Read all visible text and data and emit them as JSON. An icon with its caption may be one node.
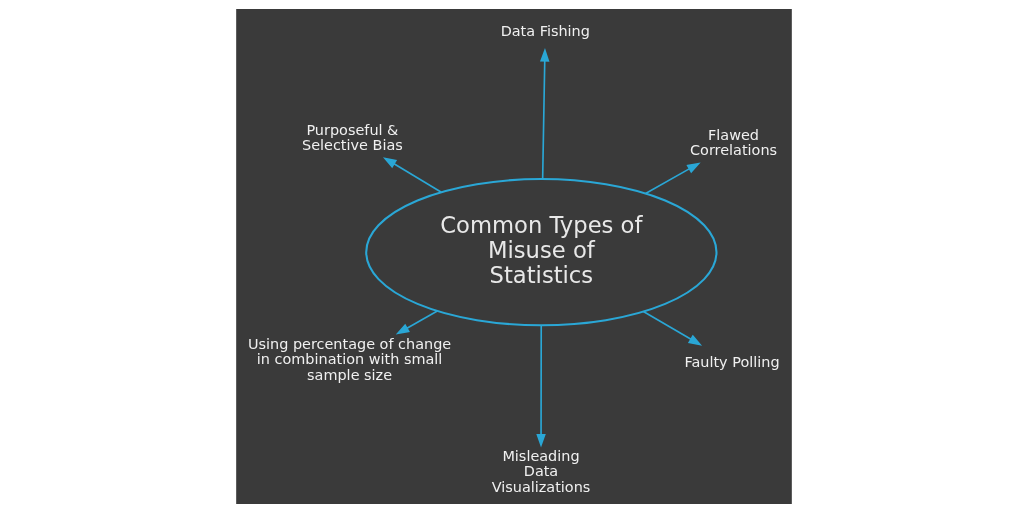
{
  "diagram": {
    "nodes": [
      {
        "text": [
          "Common Types of Misuse of Statistics"
        ]
      },
      {
        "text": [
          "Faulty Polling"
        ]
      },
      {
        "text": [
          "Misleading Data Visualizations"
        ]
      },
      {
        "text": [
          "Purposeful & Selective Bias"
        ]
      },
      {
        "text": [
          "Flawed Correlations"
        ]
      },
      {
        "text": [
          "Data Fishing"
        ]
      },
      {
        "text": [
          "Using percentage of change in combination with small sample size"
        ]
      }
    ],
    "edges": [
      {
        "from": 0,
        "to": 1,
        "arrow": "to"
      },
      {
        "from": 0,
        "to": 2,
        "arrow": "to"
      },
      {
        "from": 0,
        "to": 3,
        "arrow": "to"
      },
      {
        "from": 0,
        "to": 4,
        "arrow": "to"
      },
      {
        "from": 0,
        "to": 5,
        "arrow": "to"
      },
      {
        "from": 0,
        "to": 6,
        "arrow": "to"
      }
    ]
  }
}
